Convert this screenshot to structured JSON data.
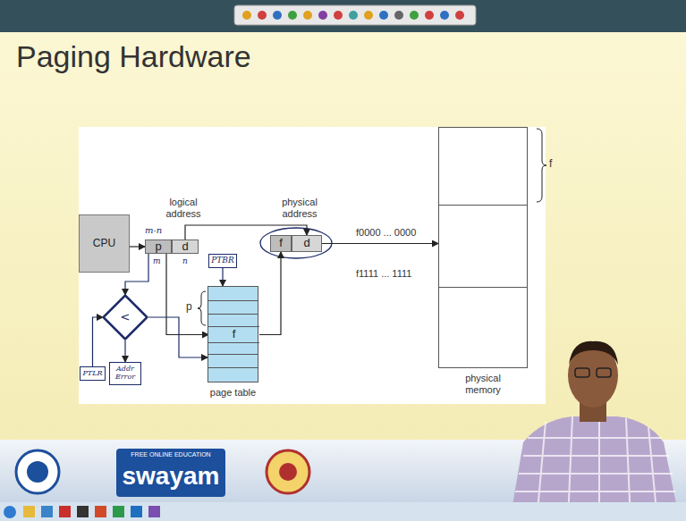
{
  "diagram": {
    "title": "Paging Hardware",
    "nodes": [
      {
        "text": [
          "CPU"
        ]
      },
      {
        "text": [
          "p"
        ]
      },
      {
        "text": [
          "d"
        ]
      },
      {
        "text": [
          "f"
        ]
      },
      {
        "text": [
          "d"
        ]
      },
      {
        "text": [
          "page table"
        ]
      },
      {
        "text": [
          "f"
        ],
        "in": 5
      },
      {
        "text": [
          "physical memory"
        ]
      },
      {
        "text": [
          "PTBR"
        ]
      },
      {
        "text": [
          "<"
        ]
      },
      {
        "text": [
          "PTLR"
        ]
      },
      {
        "text": [
          "Addr Error"
        ]
      }
    ],
    "edges": [
      {
        "from": 0,
        "to": 1,
        "arrow": "to"
      },
      {
        "from": 2,
        "to": 4,
        "arrow": "to"
      },
      {
        "from": 1,
        "to": 6,
        "arrow": "to"
      },
      {
        "from": 6,
        "to": 3,
        "arrow": "to"
      },
      {
        "from": 4,
        "to": 7,
        "arrow": "to"
      },
      {
        "from": 8,
        "to": 5,
        "arrow": "to"
      },
      {
        "from": 1,
        "to": 9,
        "arrow": "to"
      },
      {
        "from": 10,
        "to": 9,
        "arrow": "to"
      },
      {
        "from": 9,
        "to": 11,
        "arrow": "to"
      },
      {
        "from": 9,
        "to": 5,
        "arrow": "to"
      }
    ],
    "labels": [
      "logical address",
      "physical address",
      "f0000 ... 0000",
      "f1111 ... 1111",
      "p",
      "f",
      "m-n",
      "m",
      "n",
      "swayam",
      "FREE ONLINE EDUCATION"
    ]
  }
}
